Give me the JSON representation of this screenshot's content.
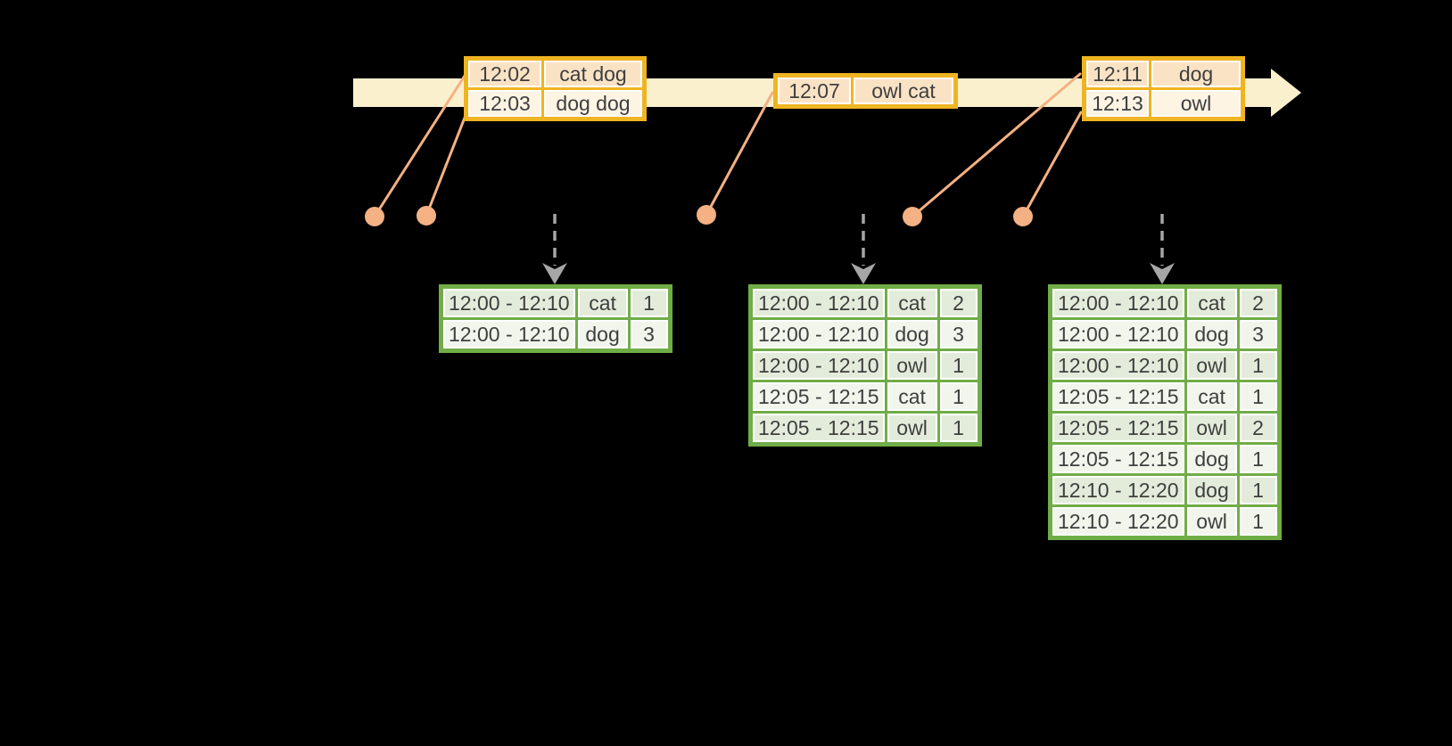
{
  "colors": {
    "background": "#000000",
    "timeline": "#FBF0CE",
    "gold": "#EFB421",
    "peach-dark": "#FAE3C5",
    "peach-light": "#FDF4E4",
    "salmon": "#F4B183",
    "gray": "#A6A6A6",
    "green": "#70AD47",
    "green-dark": "#E3ECDA",
    "green-light": "#F1F5EC",
    "text": "#3F3F3F"
  },
  "event_tables": [
    {
      "rows": [
        [
          "12:02",
          "cat dog"
        ],
        [
          "12:03",
          "dog dog"
        ]
      ]
    },
    {
      "rows": [
        [
          "12:07",
          "owl cat"
        ]
      ]
    },
    {
      "rows": [
        [
          "12:11",
          "dog"
        ],
        [
          "12:13",
          "owl"
        ]
      ]
    }
  ],
  "result_tables": [
    {
      "rows": [
        [
          "12:00 - 12:10",
          "cat",
          "1"
        ],
        [
          "12:00 - 12:10",
          "dog",
          "3"
        ]
      ]
    },
    {
      "rows": [
        [
          "12:00 - 12:10",
          "cat",
          "2"
        ],
        [
          "12:00 - 12:10",
          "dog",
          "3"
        ],
        [
          "12:00 - 12:10",
          "owl",
          "1"
        ],
        [
          "12:05 - 12:15",
          "cat",
          "1"
        ],
        [
          "12:05 - 12:15",
          "owl",
          "1"
        ]
      ]
    },
    {
      "rows": [
        [
          "12:00 - 12:10",
          "cat",
          "2"
        ],
        [
          "12:00 - 12:10",
          "dog",
          "3"
        ],
        [
          "12:00 - 12:10",
          "owl",
          "1"
        ],
        [
          "12:05 - 12:15",
          "cat",
          "1"
        ],
        [
          "12:05 - 12:15",
          "owl",
          "2"
        ],
        [
          "12:05 - 12:15",
          "dog",
          "1"
        ],
        [
          "12:10 - 12:20",
          "dog",
          "1"
        ],
        [
          "12:10 - 12:20",
          "owl",
          "1"
        ]
      ]
    }
  ]
}
